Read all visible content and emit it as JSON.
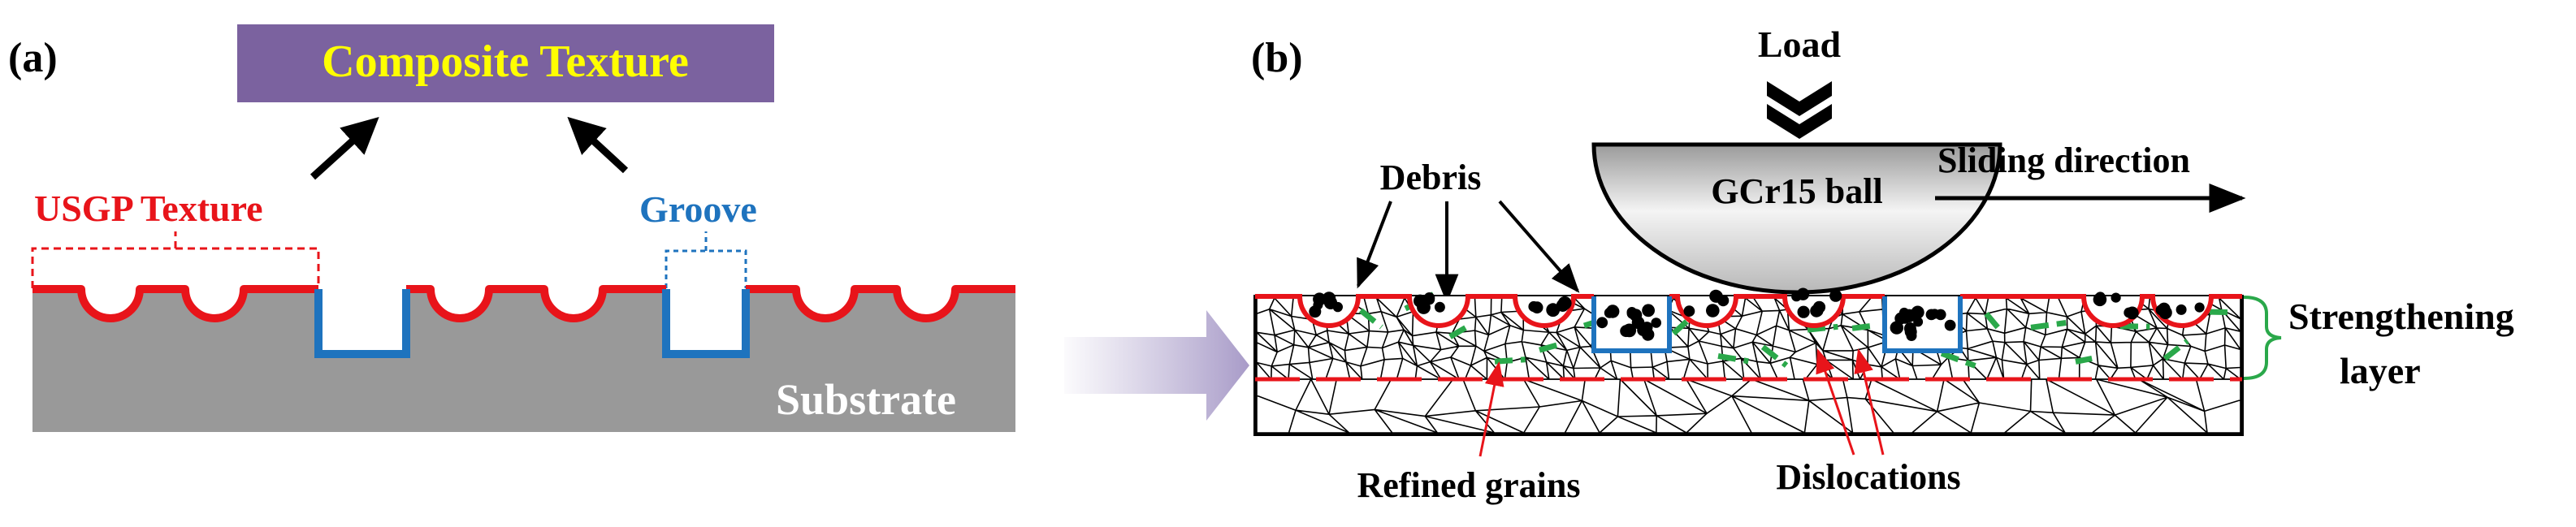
{
  "panel_a": {
    "label": "(a)",
    "title": "Composite Texture",
    "usgp_label": "USGP Texture",
    "groove_label": "Groove",
    "substrate_label": "Substrate"
  },
  "panel_b": {
    "label": "(b)",
    "load_label": "Load",
    "ball_label": "GCr15 ball",
    "sliding_label": "Sliding direction",
    "debris_label": "Debris",
    "strengthening_line1": "Strengthening",
    "strengthening_line2": "layer",
    "refined_label": "Refined grains",
    "dislocations_label": "Dislocations"
  },
  "colors": {
    "title_box": "#7b629f",
    "title_text": "#ffff00",
    "usgp": "#e8141a",
    "groove": "#1e73be",
    "substrate": "#999999",
    "substrate_text": "#ffffff",
    "dislocation": "#2aa84a",
    "transition_arrow": "#b3a8cf"
  }
}
